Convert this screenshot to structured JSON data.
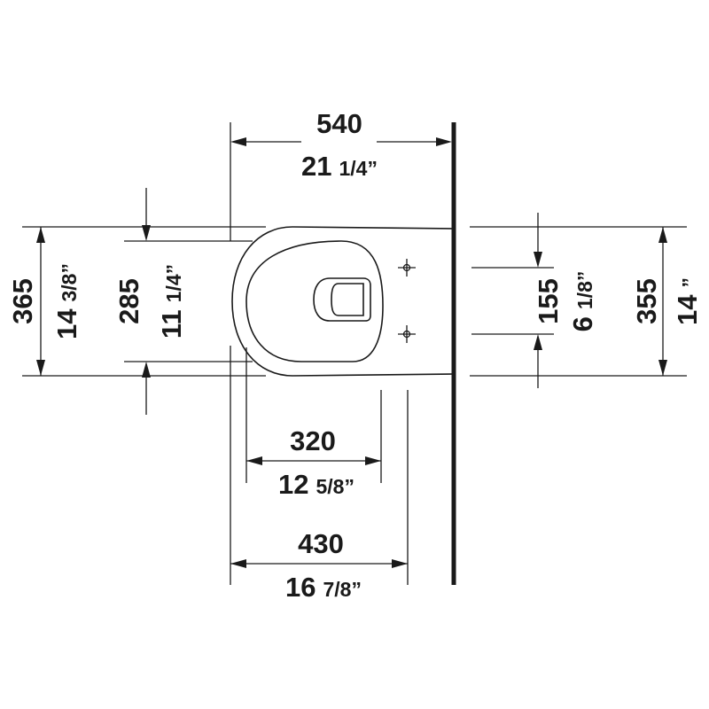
{
  "dimensions": {
    "overall_depth": {
      "mm": "540",
      "inch_whole": "21",
      "inch_frac": "1/4”"
    },
    "overall_width": {
      "mm": "365",
      "inch_whole": "14",
      "inch_frac": "3/8”"
    },
    "seat_opening": {
      "mm": "285",
      "inch_whole": "11",
      "inch_frac": "1/4”"
    },
    "fixing_spacing": {
      "mm": "155",
      "inch_whole": "6",
      "inch_frac": "1/8”"
    },
    "fixing_width": {
      "mm": "355",
      "inch_whole": "14",
      "inch_frac": "”"
    },
    "bowl_inner": {
      "mm": "320",
      "inch_whole": "12",
      "inch_frac": "5/8”"
    },
    "bowl_outer": {
      "mm": "430",
      "inch_whole": "16",
      "inch_frac": "7/8”"
    }
  }
}
